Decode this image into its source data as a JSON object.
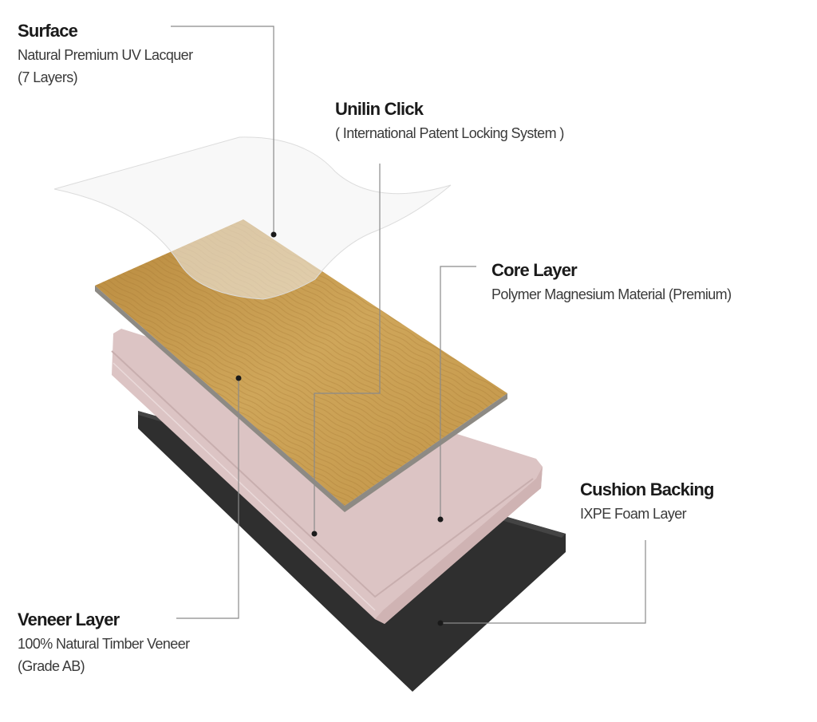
{
  "labels": {
    "surface": {
      "title": "Surface",
      "lines": [
        "Natural Premium UV Lacquer",
        "(7 Layers)"
      ]
    },
    "unilin": {
      "title": "Unilin Click",
      "lines": [
        "( International Patent Locking System )"
      ]
    },
    "core": {
      "title": "Core Layer",
      "lines": [
        "Polymer Magnesium Material (Premium)"
      ]
    },
    "cushion": {
      "title": "Cushion Backing",
      "lines": [
        "IXPE Foam Layer"
      ]
    },
    "veneer": {
      "title": "Veneer Layer",
      "lines": [
        "100% Natural Timber Veneer",
        "(Grade AB)"
      ]
    }
  },
  "colors": {
    "wood": "#c49a4e",
    "core": "#dcc3c3",
    "backing": "#2e2e2e",
    "leader": "#888888"
  }
}
